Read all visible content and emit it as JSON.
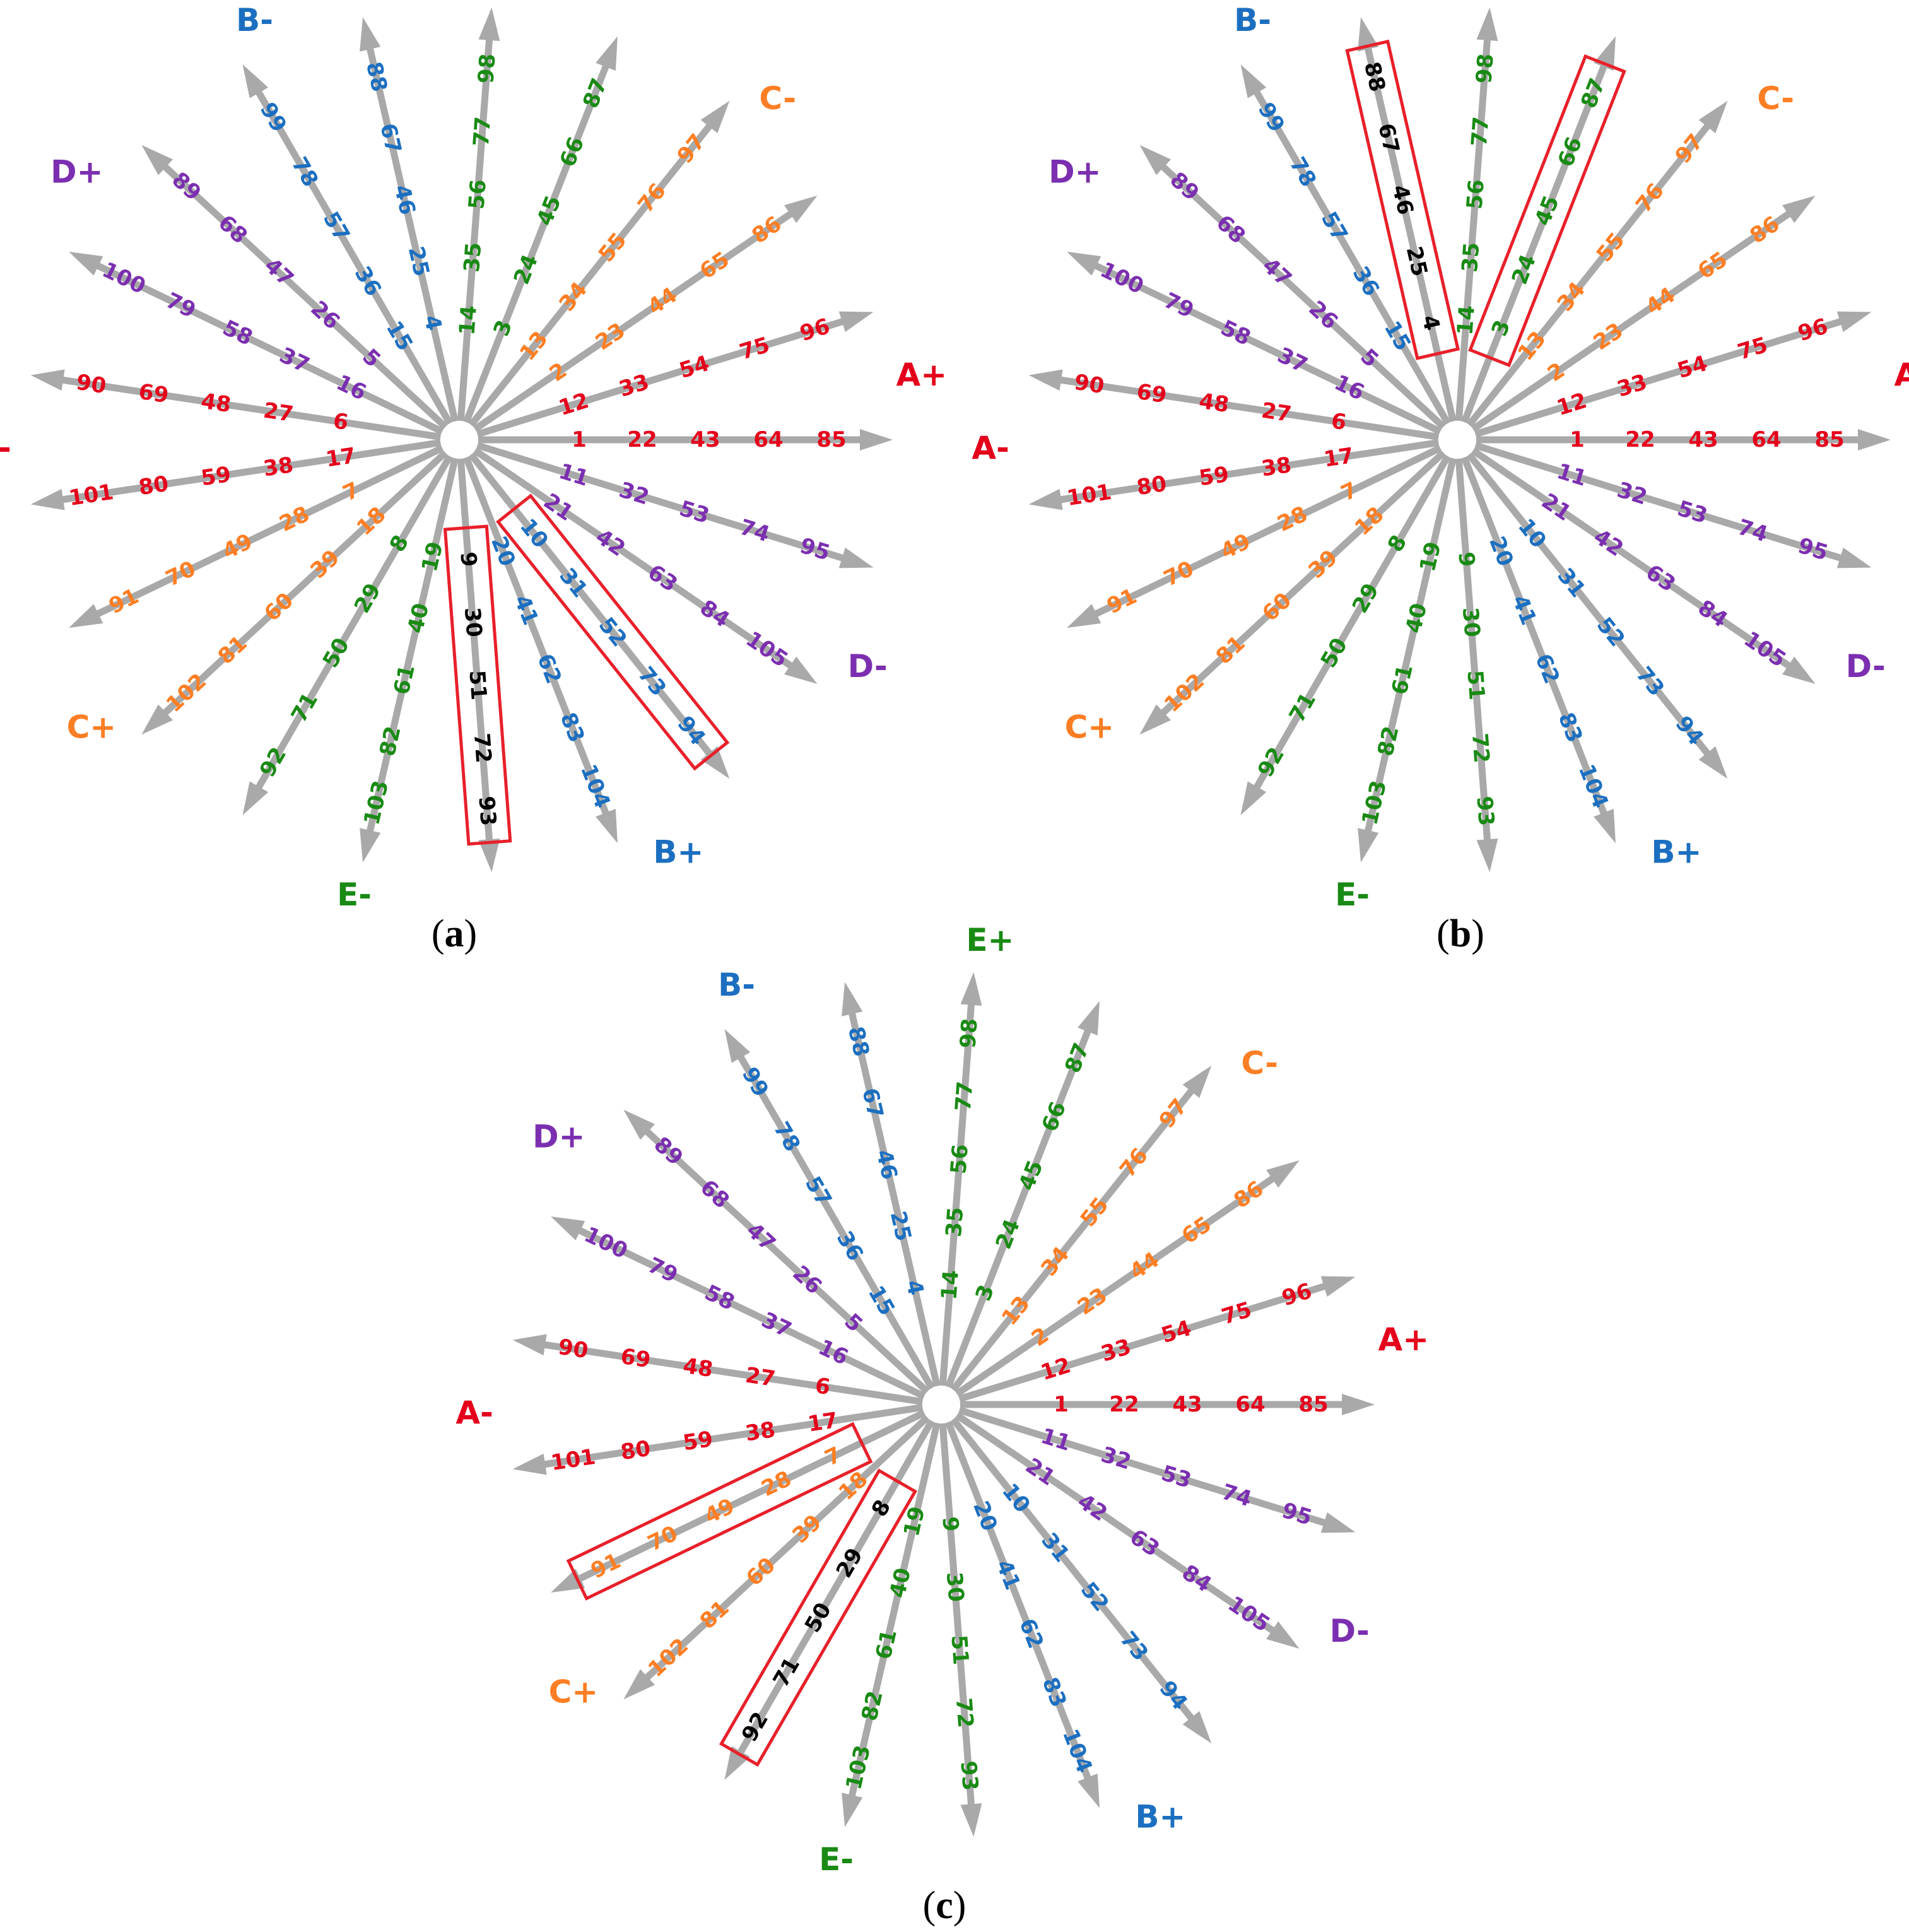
{
  "colors": {
    "A": "#e4001b",
    "B": "#1c6fc0",
    "C": "#fd7e24",
    "D": "#7b2fb0",
    "E": "#198a14",
    "ray": "#a9a9a9",
    "highlight": "#e8202a",
    "highlightText": "#000000"
  },
  "rays": [
    {
      "index": 0,
      "cls": "A",
      "numbers": [
        "1",
        "22",
        "43",
        "64",
        "85"
      ]
    },
    {
      "index": 1,
      "cls": "A",
      "numbers": [
        "12",
        "33",
        "54",
        "75",
        "96"
      ]
    },
    {
      "index": 2,
      "cls": "C",
      "numbers": [
        "2",
        "23",
        "44",
        "65",
        "86"
      ]
    },
    {
      "index": 3,
      "cls": "C",
      "numbers": [
        "13",
        "34",
        "55",
        "76",
        "97"
      ]
    },
    {
      "index": 4,
      "cls": "E",
      "numbers": [
        "3",
        "24",
        "45",
        "66",
        "87"
      ]
    },
    {
      "index": 5,
      "cls": "E",
      "numbers": [
        "14",
        "35",
        "56",
        "77",
        "98"
      ]
    },
    {
      "index": 6,
      "cls": "B",
      "numbers": [
        "4",
        "25",
        "46",
        "67",
        "88"
      ]
    },
    {
      "index": 7,
      "cls": "B",
      "numbers": [
        "15",
        "36",
        "57",
        "78",
        "99"
      ]
    },
    {
      "index": 8,
      "cls": "D",
      "numbers": [
        "5",
        "26",
        "47",
        "68",
        "89"
      ]
    },
    {
      "index": 9,
      "cls": "D",
      "numbers": [
        "16",
        "37",
        "58",
        "79",
        "100"
      ]
    },
    {
      "index": 10,
      "cls": "A",
      "numbers": [
        "6",
        "27",
        "48",
        "69",
        "90"
      ]
    },
    {
      "index": 11,
      "cls": "A",
      "numbers": [
        "17",
        "38",
        "59",
        "80",
        "101"
      ]
    },
    {
      "index": 12,
      "cls": "C",
      "numbers": [
        "7",
        "28",
        "49",
        "70",
        "91"
      ]
    },
    {
      "index": 13,
      "cls": "C",
      "numbers": [
        "18",
        "39",
        "60",
        "81",
        "102"
      ]
    },
    {
      "index": 14,
      "cls": "E",
      "numbers": [
        "8",
        "29",
        "50",
        "71",
        "92"
      ]
    },
    {
      "index": 15,
      "cls": "E",
      "numbers": [
        "19",
        "40",
        "61",
        "82",
        "103"
      ]
    },
    {
      "index": 16,
      "cls": "E",
      "numbers": [
        "9",
        "30",
        "51",
        "72",
        "93"
      ]
    },
    {
      "index": 17,
      "cls": "B",
      "numbers": [
        "20",
        "41",
        "62",
        "83",
        "104"
      ]
    },
    {
      "index": 18,
      "cls": "B",
      "numbers": [
        "10",
        "31",
        "52",
        "73",
        "94"
      ]
    },
    {
      "index": 19,
      "cls": "D",
      "numbers": [
        "21",
        "42",
        "63",
        "84",
        "105"
      ]
    },
    {
      "index": 20,
      "cls": "D",
      "numbers": [
        "11",
        "32",
        "53",
        "74",
        "95"
      ]
    }
  ],
  "zone_labels": [
    {
      "text": "A+",
      "cls": "A",
      "angle": 8
    },
    {
      "text": "C-",
      "cls": "C",
      "angle": 47
    },
    {
      "text": "E+",
      "cls": "E",
      "angle": 84
    },
    {
      "text": "B-",
      "cls": "B",
      "angle": 116
    },
    {
      "text": "D+",
      "cls": "D",
      "angle": 145
    },
    {
      "text": "A-",
      "cls": "A",
      "angle": 181
    },
    {
      "text": "C+",
      "cls": "C",
      "angle": 218
    },
    {
      "text": "E-",
      "cls": "E",
      "angle": 257
    },
    {
      "text": "B+",
      "cls": "B",
      "angle": 298
    },
    {
      "text": "D-",
      "cls": "D",
      "angle": 331
    }
  ],
  "panels": [
    {
      "id": "a",
      "caption_open": "(",
      "caption_letter": "a",
      "caption_close": ")",
      "black_rays": [
        16
      ],
      "boxes": [
        [
          16
        ],
        [
          18
        ]
      ]
    },
    {
      "id": "b",
      "caption_open": "(",
      "caption_letter": "b",
      "caption_close": ")",
      "black_rays": [
        6
      ],
      "boxes": [
        [
          6
        ],
        [
          4
        ]
      ]
    },
    {
      "id": "c",
      "caption_open": "(",
      "caption_letter": "c",
      "caption_close": ")",
      "black_rays": [
        14
      ],
      "boxes": [
        [
          14
        ],
        [
          12
        ]
      ]
    }
  ]
}
